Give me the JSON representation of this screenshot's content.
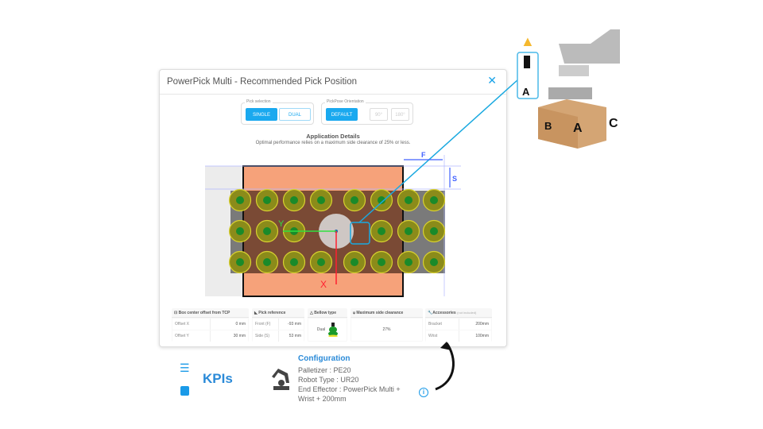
{
  "modal": {
    "title": "PowerPick Multi - Recommended Pick Position",
    "close_icon": "close-icon",
    "pick_selection": {
      "label": "Pick selection",
      "options": [
        "SINGLE",
        "DUAL"
      ],
      "selected": "SINGLE"
    },
    "pickpose": {
      "label": "PickPose Orientation",
      "options": [
        "DEFAULT",
        "90°",
        "180°"
      ],
      "selected": "DEFAULT"
    },
    "app_title": "Application Details",
    "app_subtitle": "Optimal performance relies on a maximum side clearance of 25% or less.",
    "diagram": {
      "axis_x": "X",
      "axis_y": "Y",
      "dim_f": "F",
      "dim_s": "S",
      "colors": {
        "box": "#f6a27a",
        "cups": "#8b8b1a",
        "cup_center": "#1a8a2a",
        "axis_x": "#ff2030",
        "axis_y": "#30e040",
        "dims": "#4060ff",
        "callout": "#1aa9e0"
      }
    },
    "cards": {
      "offset": {
        "title": "Box center offset from TCP",
        "rows": [
          [
            "Offset X",
            "0 mm"
          ],
          [
            "Offset Y",
            "30 mm"
          ]
        ]
      },
      "pick_ref": {
        "title": "Pick reference",
        "rows": [
          [
            "Front (F)",
            "-93 mm"
          ],
          [
            "Side (S)",
            "53 mm"
          ]
        ]
      },
      "bellow": {
        "title": "Bellow type",
        "value": "Dual"
      },
      "clearance": {
        "title": "Maximum side clearance",
        "value": "27%"
      },
      "accessories": {
        "title": "Accessories",
        "note": "(not included)",
        "rows": [
          [
            "Bracket",
            "200mm"
          ],
          [
            "Wrist",
            "100mm"
          ]
        ]
      }
    }
  },
  "illustration": {
    "label_a": "A",
    "label_b": "B",
    "label_c": "C",
    "warning_icon": "warning-icon"
  },
  "kpis": {
    "label": "KPIs"
  },
  "configuration": {
    "title": "Configuration",
    "lines": [
      "Palletizer : PE20",
      "Robot Type : UR20",
      "End Effector : PowerPick Multi +",
      "Wrist + 200mm"
    ]
  }
}
